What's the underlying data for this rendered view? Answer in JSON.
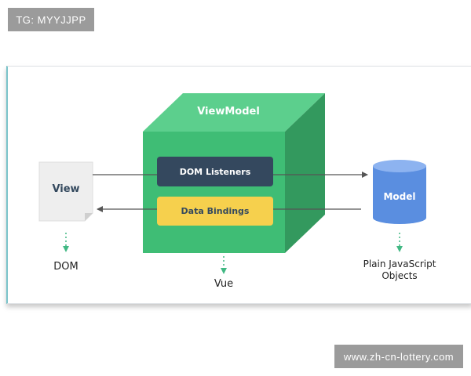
{
  "watermarks": {
    "top_left": "TG: MYYJJPP",
    "bottom_right": "www.zh-cn-lottery.com"
  },
  "diagram": {
    "view": {
      "label": "View",
      "caption": "DOM"
    },
    "viewmodel": {
      "title": "ViewModel",
      "dom_listeners": "DOM Listeners",
      "data_bindings": "Data Bindings",
      "caption": "Vue"
    },
    "model": {
      "label": "Model",
      "caption_line1": "Plain JavaScript",
      "caption_line2": "Objects"
    }
  },
  "colors": {
    "cube_front": "#3fbd75",
    "cube_top": "#5ccf8d",
    "cube_side": "#33995e",
    "listeners_box": "#34485e",
    "bindings_box": "#f6d04d",
    "model_body": "#5a8ee0",
    "model_top": "#8db3f0",
    "view_page": "#eeeeee",
    "arrow": "#555555",
    "dotted_arrow": "#41b883"
  }
}
